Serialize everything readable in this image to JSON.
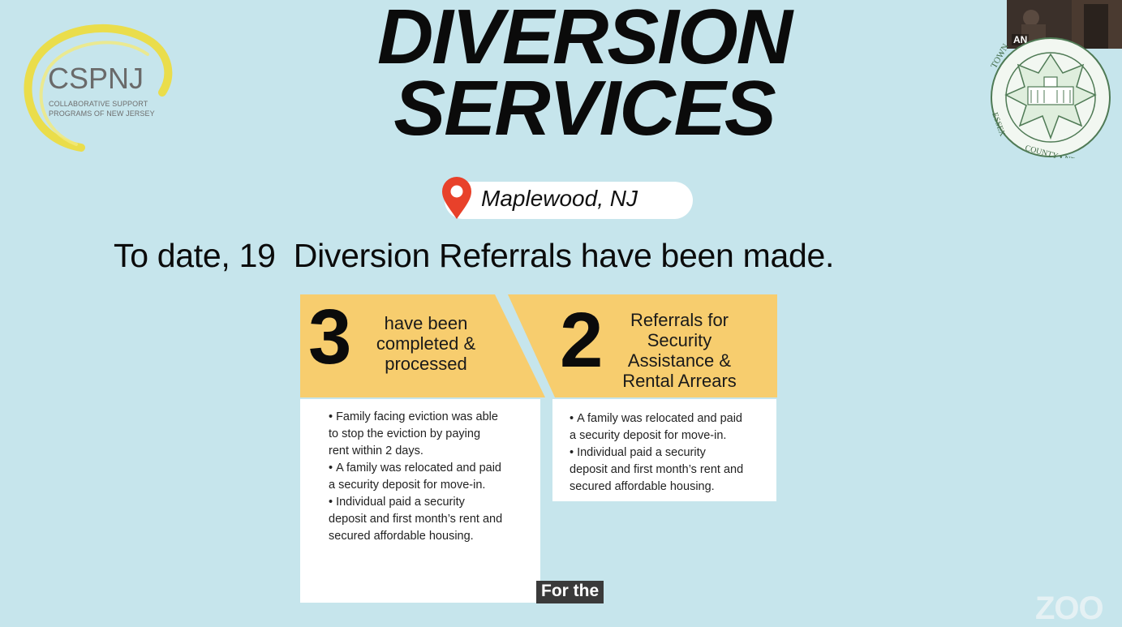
{
  "slide": {
    "title_line1": "DIVERSION",
    "title_line2": "SERVICES",
    "location": "Maplewood, NJ",
    "headline": "To date, 19  Diversion Referrals have been made."
  },
  "logo": {
    "name": "CSPNJ",
    "sub_line1": "COLLABORATIVE SUPPORT",
    "sub_line2": "PROGRAMS OF NEW JERSEY"
  },
  "seal": {
    "top_text": "TOWNSHIP OF MAPLEWOOD",
    "bottom_text": "ESSEX COUNTY • NEW JERSEY",
    "icon": "township-seal-icon"
  },
  "cards": [
    {
      "number": "3",
      "head_lines": [
        "have been",
        "completed &",
        "processed"
      ],
      "bullets": [
        [
          "Family facing eviction was able",
          "to stop the eviction by paying",
          "rent within 2 days."
        ],
        [
          "A family was relocated and paid",
          "a security deposit for move-in."
        ],
        [
          "Individual paid a security",
          "deposit and first month’s rent and",
          "secured affordable housing."
        ]
      ]
    },
    {
      "number": "2",
      "head_lines": [
        "Referrals for",
        "Security",
        "Assistance &",
        "Rental Arrears"
      ],
      "bullets": [
        [
          "A family was relocated and paid",
          "a security deposit for move-in."
        ],
        [
          "Individual paid a security",
          "deposit and first month’s rent and",
          "secured affordable housing."
        ]
      ]
    }
  ],
  "video": {
    "participant": "AN"
  },
  "caption": "For the",
  "watermark": "ZOO",
  "colors": {
    "background": "#c6e5ec",
    "card_header": "#f7cd6e",
    "pin": "#e8412a",
    "logo_arc": "#eddc3a"
  }
}
